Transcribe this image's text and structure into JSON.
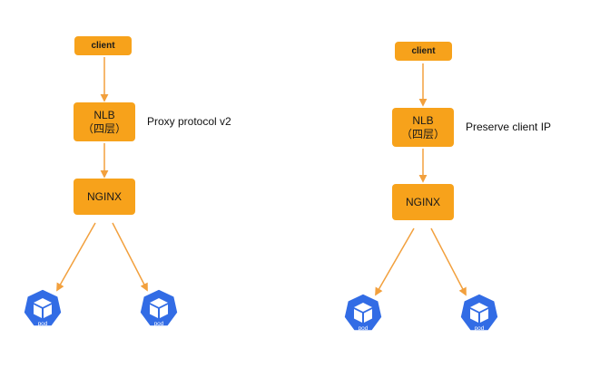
{
  "colors": {
    "node_fill": "#F7A21B",
    "arrow": "#F2A03D",
    "pod_fill": "#326CE5",
    "pod_text": "#ffffff"
  },
  "left": {
    "client": "client",
    "nlb_line1": "NLB",
    "nlb_line2": "（四层）",
    "nlb_annotation": "Proxy protocol v2",
    "nginx": "NGINX",
    "pods": [
      {
        "label": "pod",
        "icon": "kubernetes-pod-icon"
      },
      {
        "label": "pod",
        "icon": "kubernetes-pod-icon"
      }
    ]
  },
  "right": {
    "client": "client",
    "nlb_line1": "NLB",
    "nlb_line2": "（四层）",
    "nlb_annotation": "Preserve client IP",
    "nginx": "NGINX",
    "pods": [
      {
        "label": "pod",
        "icon": "kubernetes-pod-icon"
      },
      {
        "label": "pod",
        "icon": "kubernetes-pod-icon"
      }
    ]
  }
}
